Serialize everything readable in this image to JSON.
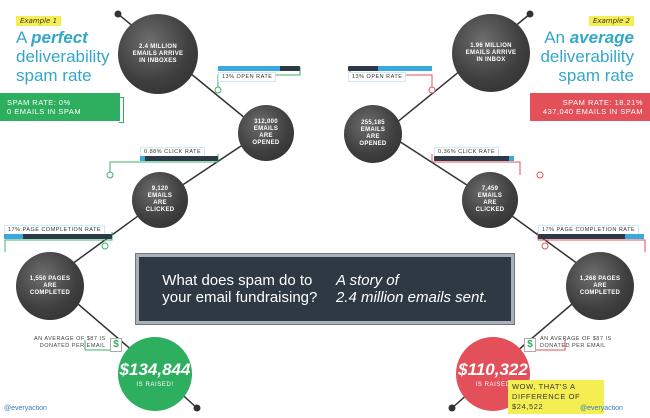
{
  "left": {
    "example": "Example 1",
    "headline_pre": "A ",
    "headline_emph": "perfect",
    "headline_line2": "deliverability",
    "headline_line3": "spam rate",
    "spam_rate": "SPAM RATE: 0%",
    "spam_count": "0 EMAILS IN SPAM",
    "circle1": "2.4 MILLION EMAILS ARRIVE IN INBOXES",
    "open_rate_label": "13% OPEN RATE",
    "open_rate": 0.75,
    "circle2": "312,000 EMAILS ARE OPENED",
    "click_rate_label": "0.88% CLICK RATE",
    "click_rate": 0.06,
    "circle3": "9,120 EMAILS ARE CLICKED",
    "completion_label": "17% PAGE COMPLETION RATE",
    "completion_rate": 0.18,
    "circle4": "1,550 PAGES ARE COMPLETED",
    "donate_line1": "AN AVERAGE OF $87 IS",
    "donate_line2": "DONATED PER EMAIL",
    "dollar": "$",
    "raised_amount": "$134,844",
    "raised_label": "IS RAISED!"
  },
  "right": {
    "example": "Example 2",
    "headline_pre": "An ",
    "headline_emph": "average",
    "headline_line2": "deliverability",
    "headline_line3": "spam rate",
    "spam_rate": "SPAM RATE: 18.21%",
    "spam_count": "437,040 EMAILS IN SPAM",
    "circle1": "1.96 MILLION EMAILS ARRIVE IN INBOX",
    "open_rate_label": "13% OPEN RATE",
    "open_rate": 0.64,
    "circle2": "255,185 EMAILS ARE OPENED",
    "click_rate_label": "0.36% CLICK RATE",
    "click_rate": 0.06,
    "circle3": "7,459 EMAILS ARE CLICKED",
    "completion_label": "17% PAGE COMPLETION RATE",
    "completion_rate": 0.18,
    "circle4": "1,268 PAGES ARE COMPLETED",
    "donate_line1": "AN AVERAGE OF $87 IS",
    "donate_line2": "DONATED PER EMAIL",
    "dollar": "$",
    "raised_amount": "$110,322",
    "raised_label": "IS RAISED"
  },
  "center": {
    "question_line1": "What does spam do to",
    "question_line2": "your email fundraising?",
    "story_line1": "A story of",
    "story_line2": "2.4 million emails sent."
  },
  "wow_line1": "WOW, THAT'S A",
  "wow_line2": "DIFFERENCE OF $24,522",
  "logo": "@everyaction",
  "colors": {
    "accent_blue": "#34a7c9",
    "green": "#2eae5f",
    "red": "#e3505a",
    "highlight": "#f5ee52",
    "panel": "#2f3944"
  }
}
